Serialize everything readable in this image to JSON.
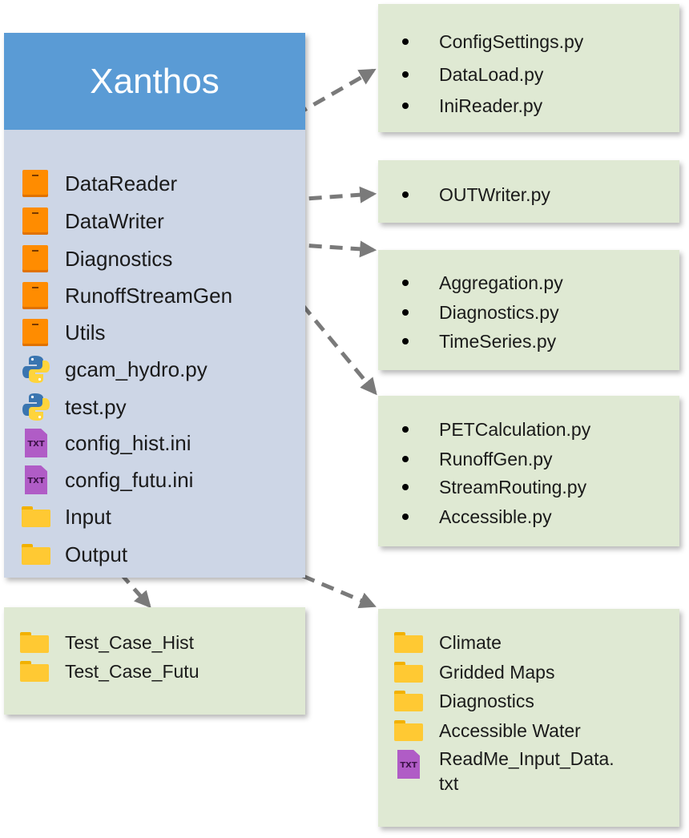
{
  "main": {
    "title": "Xanthos",
    "items": [
      {
        "label": "DataReader",
        "icon": "package-icon"
      },
      {
        "label": "DataWriter",
        "icon": "package-icon"
      },
      {
        "label": "Diagnostics",
        "icon": "package-icon"
      },
      {
        "label": "RunoffStreamGen",
        "icon": "package-icon"
      },
      {
        "label": "Utils",
        "icon": "package-icon"
      },
      {
        "label": "gcam_hydro.py",
        "icon": "python-icon"
      },
      {
        "label": "test.py",
        "icon": "python-icon"
      },
      {
        "label": "config_hist.ini",
        "icon": "txt-file-icon"
      },
      {
        "label": "config_futu.ini",
        "icon": "txt-file-icon"
      },
      {
        "label": "Input",
        "icon": "folder-icon"
      },
      {
        "label": "Output",
        "icon": "folder-icon"
      }
    ]
  },
  "txt_icon_label": "TXT",
  "datareader_box": {
    "items": [
      "ConfigSettings.py",
      "DataLoad.py",
      "IniReader.py"
    ]
  },
  "datawriter_box": {
    "items": [
      "OUTWriter.py"
    ]
  },
  "diagnostics_box": {
    "items": [
      "Aggregation.py",
      "Diagnostics.py",
      "TimeSeries.py"
    ]
  },
  "runoff_box": {
    "items": [
      "PETCalculation.py",
      "RunoffGen.py",
      "StreamRouting.py",
      "Accessible.py"
    ]
  },
  "output_box": {
    "items": [
      "Test_Case_Hist",
      "Test_Case_Futu"
    ]
  },
  "input_box": {
    "folders": [
      "Climate",
      "Gridded Maps",
      "Diagnostics",
      "Accessible Water"
    ],
    "file": {
      "line1": "ReadMe_Input_Data.",
      "line2": "txt"
    }
  },
  "colors": {
    "header_blue": "#5a9bd5",
    "main_panel": "#cdd6e6",
    "green_panel": "#dfe9d3",
    "package_orange": "#ff8c00",
    "folder_yellow": "#ffc933",
    "txt_purple": "#b05cc6",
    "arrow_gray": "#7a7a7a"
  }
}
